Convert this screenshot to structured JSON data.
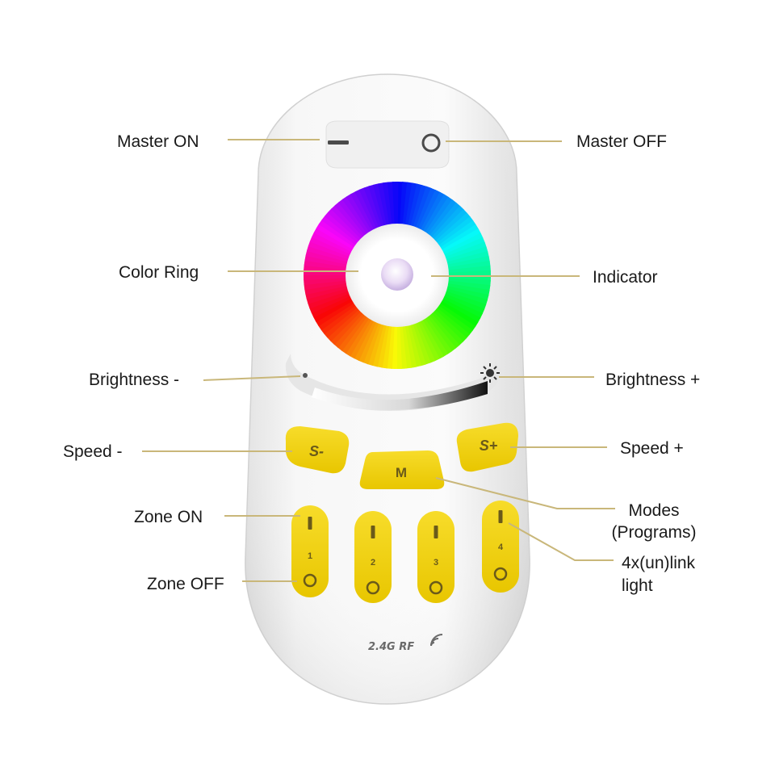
{
  "remote": {
    "rf_label": "2.4G RF",
    "speed_minus_label": "S-",
    "speed_plus_label": "S+",
    "mode_label": "M",
    "zones": [
      {
        "number": "1"
      },
      {
        "number": "2"
      },
      {
        "number": "3"
      },
      {
        "number": "4"
      }
    ],
    "colors": {
      "body": "#f4f4f4",
      "button_yellow": "#f2d200",
      "leader_line": "#c9b77a"
    }
  },
  "callouts": {
    "master_on": "Master ON",
    "master_off": "Master OFF",
    "color_ring": "Color Ring",
    "indicator": "Indicator",
    "brightness_minus": "Brightness -",
    "brightness_plus": "Brightness +",
    "speed_minus": "Speed -",
    "speed_plus": "Speed +",
    "modes_line1": "Modes",
    "modes_line2": "(Programs)",
    "zone_on": "Zone ON",
    "zone_off": "Zone OFF",
    "link_line1": "4x(un)link",
    "link_line2": "light"
  }
}
